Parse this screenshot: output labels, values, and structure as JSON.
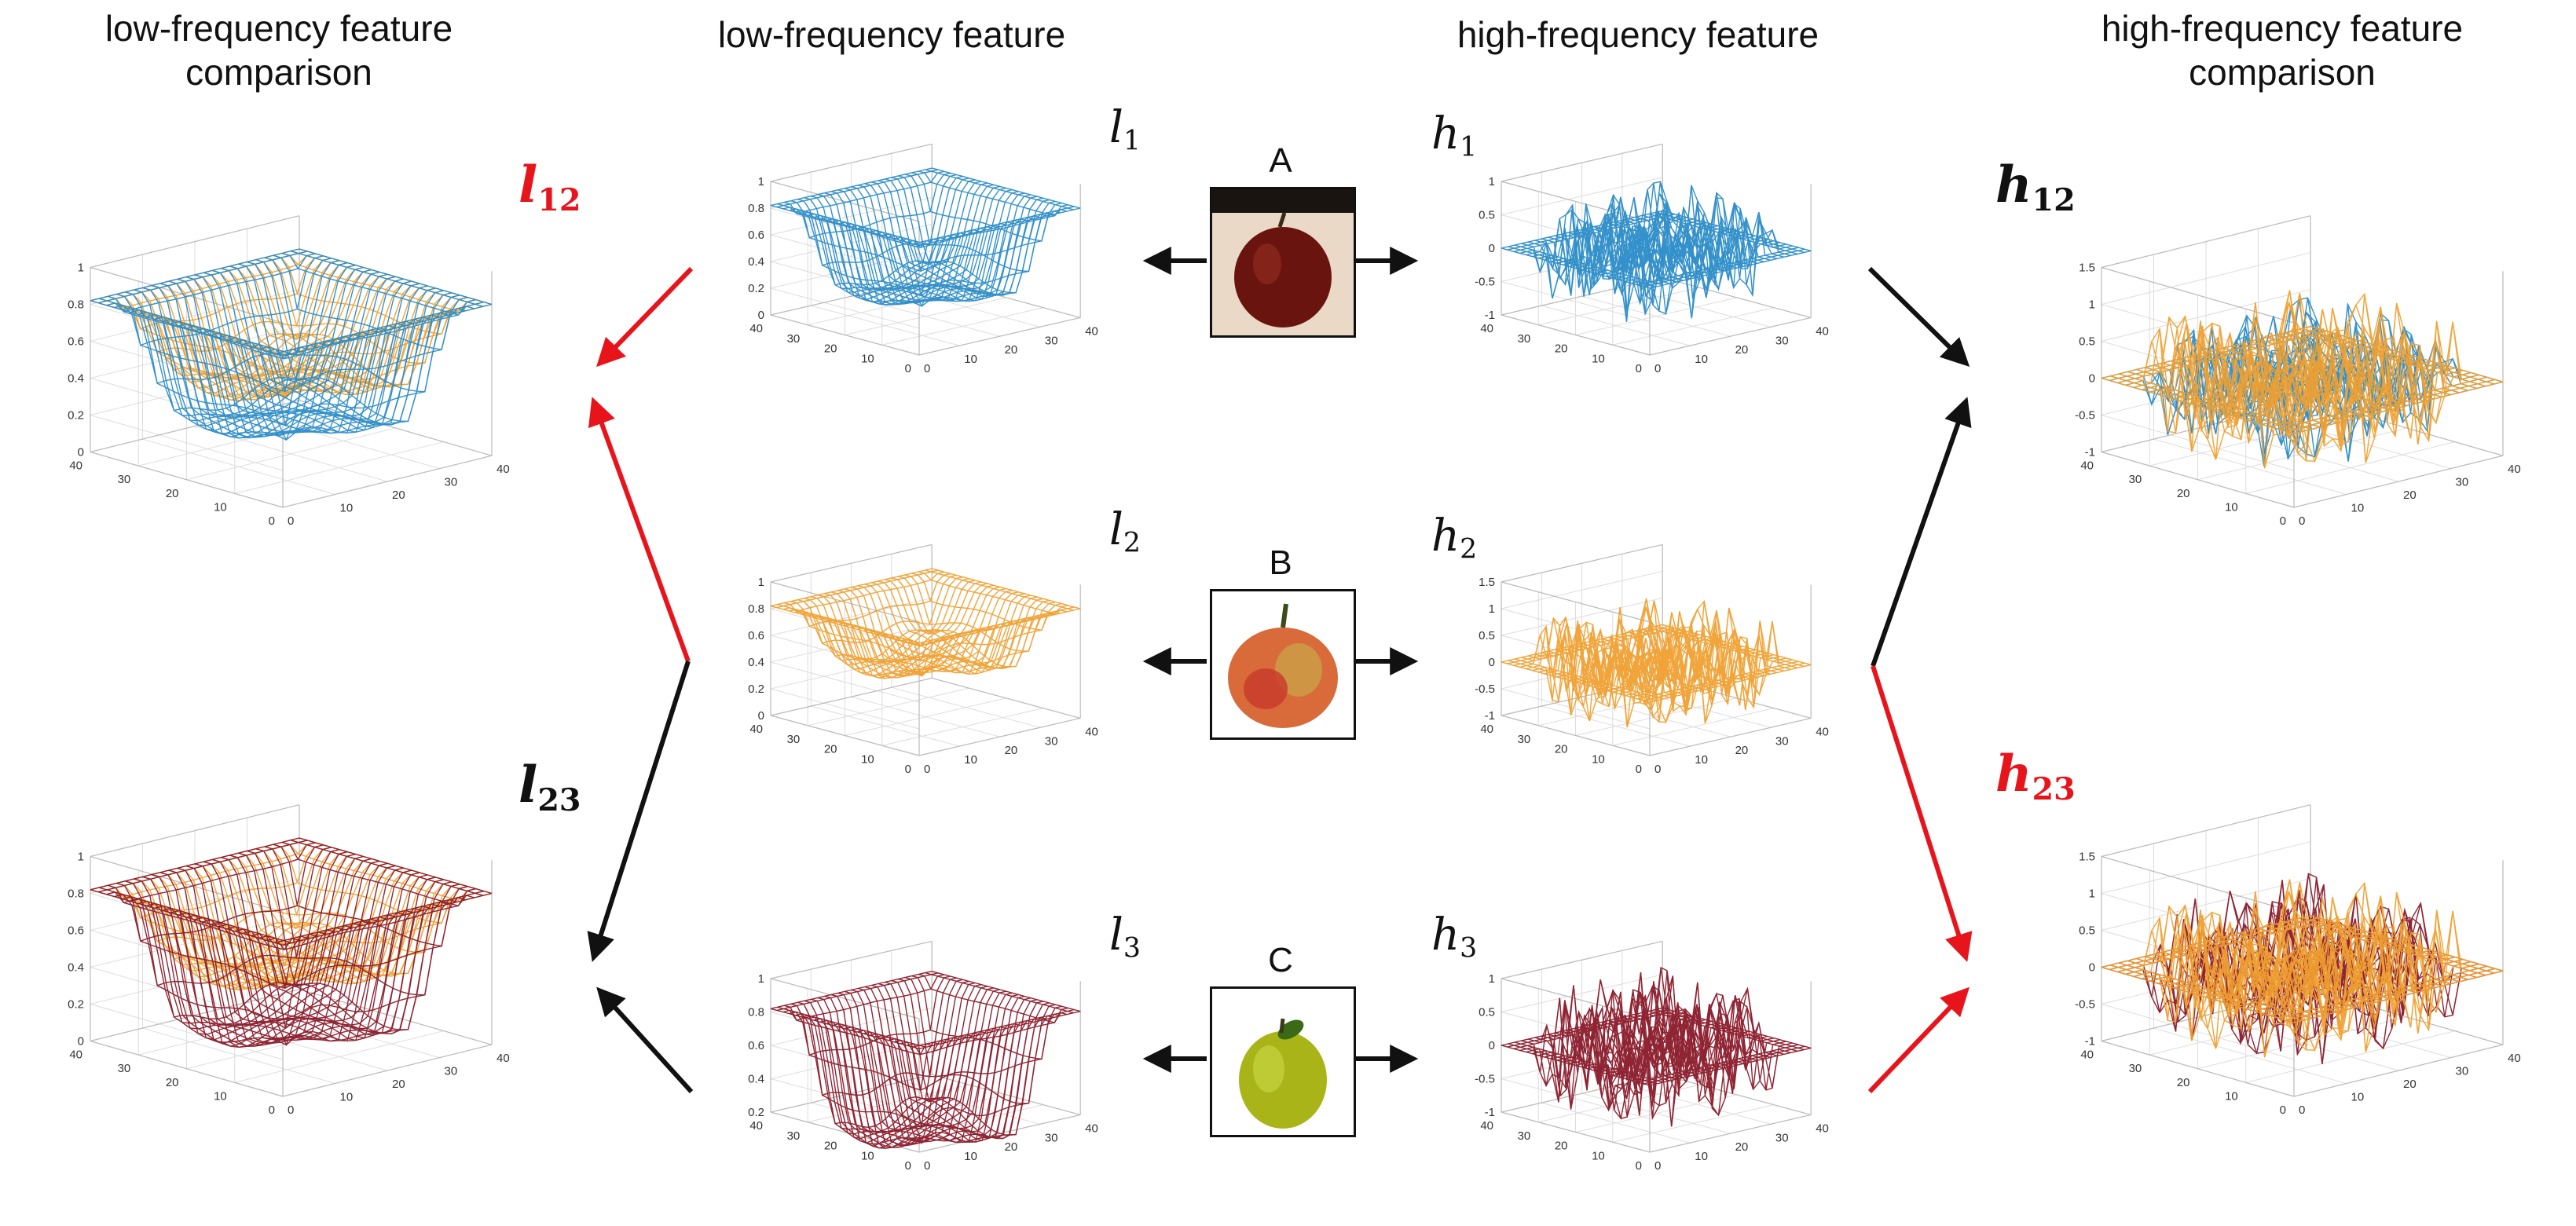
{
  "headers": {
    "low_cmp": "low-frequency feature\ncomparison",
    "low": "low-frequency feature",
    "high": "high-frequency feature",
    "high_cmp": "high-frequency feature\ncomparison"
  },
  "images": {
    "a": "A",
    "b": "B",
    "c": "C"
  },
  "symbols": {
    "l1": {
      "base": "l",
      "sub": "1"
    },
    "l2": {
      "base": "l",
      "sub": "2"
    },
    "l3": {
      "base": "l",
      "sub": "3"
    },
    "h1": {
      "base": "h",
      "sub": "1"
    },
    "h2": {
      "base": "h",
      "sub": "2"
    },
    "h3": {
      "base": "h",
      "sub": "3"
    },
    "l12": {
      "base": "l",
      "sub": "12"
    },
    "l23": {
      "base": "l",
      "sub": "23"
    },
    "h12": {
      "base": "h",
      "sub": "12"
    },
    "h23": {
      "base": "h",
      "sub": "23"
    }
  },
  "colors": {
    "a": "#2a8cc8",
    "b": "#f0a030",
    "c": "#8a1a2a",
    "arrow_black": "#111111",
    "arrow_red": "#e8141c",
    "label_red": "#e8141c"
  },
  "axes": {
    "xy_ticks": [
      "0",
      "10",
      "20",
      "30",
      "40"
    ],
    "z_low": [
      "0",
      "0.2",
      "0.4",
      "0.6",
      "0.8",
      "1"
    ],
    "z_low3": [
      "0.2",
      "0.4",
      "0.6",
      "0.8",
      "1"
    ],
    "z_high1": [
      "-1",
      "-0.5",
      "0",
      "0.5",
      "1"
    ],
    "z_high": [
      "-1",
      "-0.5",
      "0",
      "0.5",
      "1",
      "1.5"
    ]
  }
}
